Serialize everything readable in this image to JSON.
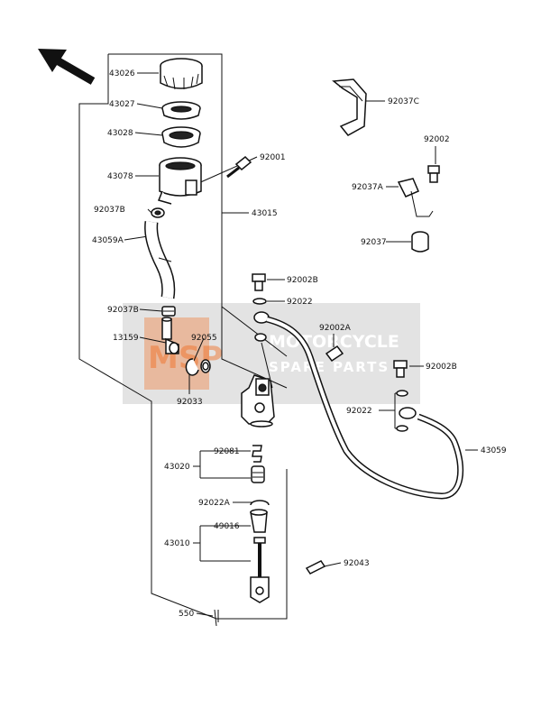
{
  "diagram": {
    "direction": "front-arrow",
    "watermark": {
      "line1": "MOTORCYCLE",
      "line2": "SPARE PARTS",
      "initials": "MSP"
    },
    "colors": {
      "watermark_bg": "#d9d9d9",
      "watermark_accent": "#f26b1d",
      "line": "#111111"
    }
  },
  "labels": {
    "p43026": "43026",
    "p43027": "43027",
    "p43028": "43028",
    "p43078": "43078",
    "p92037B_top": "92037B",
    "p43059A": "43059A",
    "p92037B_mid": "92037B",
    "p13159": "13159",
    "p92055": "92055",
    "p92033": "92033",
    "p92001": "92001",
    "p43015": "43015",
    "p92037C": "92037C",
    "p92002": "92002",
    "p92037A": "92037A",
    "p92037": "92037",
    "p92002B_top": "92002B",
    "p92022_top": "92022",
    "p92002A": "92002A",
    "p92002B_right": "92002B",
    "p92022_right": "92022",
    "p43059": "43059",
    "p43020": "43020",
    "p92081": "92081",
    "p92022A": "92022A",
    "p43010": "43010",
    "p49016": "49016",
    "p92043": "92043",
    "p550": "550"
  }
}
